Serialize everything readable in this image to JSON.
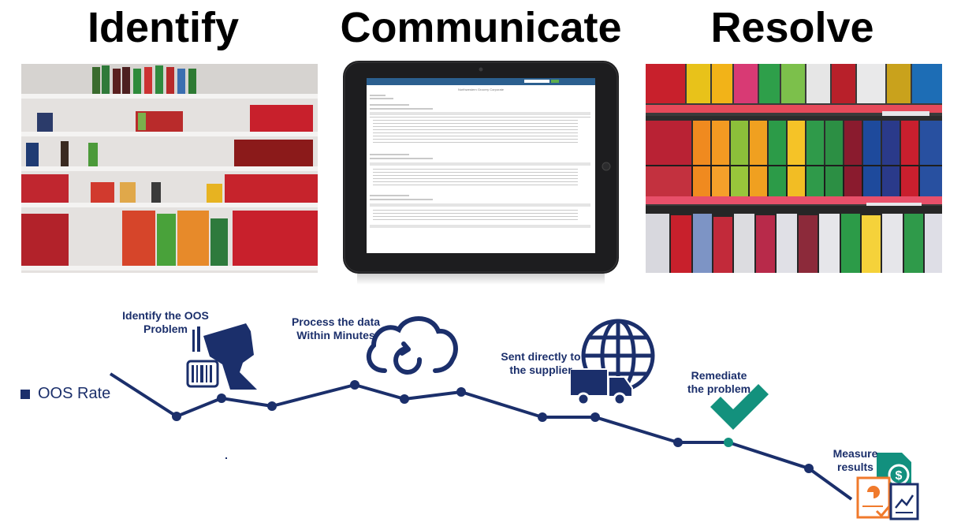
{
  "headings": {
    "identify": "Identify",
    "communicate": "Communicate",
    "resolve": "Resolve"
  },
  "tablet_report": {
    "title": "Northwestern Grocery Corporate",
    "subtitle": "Out-of-Stock Report"
  },
  "legend": {
    "label": "OOS Rate"
  },
  "steps": {
    "identify": "Identify the OOS\nProblem",
    "process": "Process the data\nWithin Minutes",
    "sent": "Sent directly to\nthe supplier",
    "remediate": "Remediate\nthe problem",
    "measure": "Measure\nresults"
  },
  "colors": {
    "navy": "#1b2f6b",
    "teal": "#12907e",
    "check": "#13917d",
    "orange": "#f07a2c",
    "shelf_red": "#c8202c"
  },
  "icons": [
    "barcode-scanner-icon",
    "cloud-refresh-icon",
    "globe-icon",
    "truck-icon",
    "checkmark-icon",
    "report-document-icon"
  ]
}
